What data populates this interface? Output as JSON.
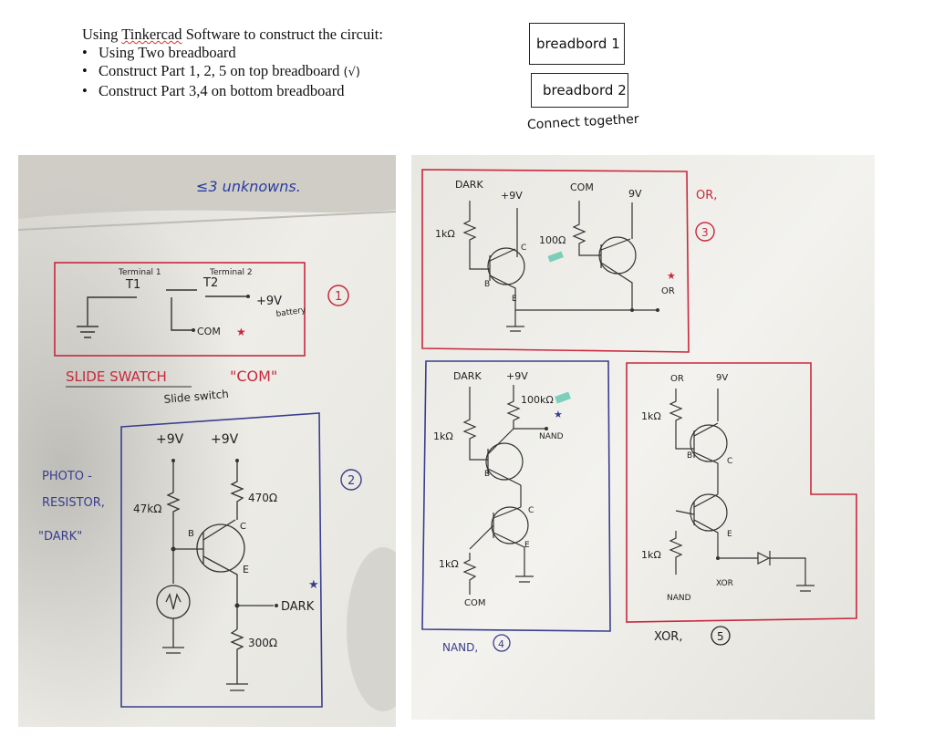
{
  "instructions": {
    "prefix": "Using ",
    "software": "Tinkercad",
    "suffix": " Software to construct the circuit:",
    "bullets": [
      "Using Two breadboard",
      "Construct Part 1, 2, 5 on top breadboard",
      "Construct Part 3,4 on bottom breadboard"
    ],
    "bullet_mark": "(√)"
  },
  "breadboards": {
    "board1": "breadbord 1",
    "board2": "breadbord 2",
    "connect_note": "Connect together"
  },
  "left_sheet": {
    "top_note": "≤3 unknowns.",
    "part1": {
      "number": "1",
      "terminal1": "Terminal 1",
      "t1": "T1",
      "terminal2": "Terminal 2",
      "t2": "T2",
      "plus9v": "+9V",
      "battery": "battery",
      "com": "COM",
      "star": "★"
    },
    "caption_slide": "SLIDE SWATCH",
    "caption_com": "\"COM\"",
    "caption_slide2": "Slide switch",
    "part2": {
      "number": "2",
      "v1": "+9V",
      "v2": "+9V",
      "r1": "47kΩ",
      "r2": "470Ω",
      "r3": "300Ω",
      "b": "B",
      "c": "C",
      "e": "E",
      "dark": "DARK",
      "star": "★"
    },
    "side_label": [
      "PHOTO -",
      "RESISTOR,",
      "\"DARK\""
    ]
  },
  "right_sheet": {
    "part3": {
      "number": "3",
      "or_label": "OR,",
      "dark": "DARK",
      "v1": "+9V",
      "com": "COM",
      "v2": "9V",
      "r1": "1kΩ",
      "r2": "100Ω",
      "b": "B",
      "c": "C",
      "e": "E",
      "out": "OR",
      "star": "★"
    },
    "part4": {
      "number": "4",
      "caption": "NAND,",
      "dark": "DARK",
      "v": "+9V",
      "r1": "1kΩ",
      "r2": "100kΩ",
      "r3": "1kΩ",
      "out": "NAND",
      "com": "COM",
      "b": "B",
      "c": "C",
      "e": "E",
      "star": "★"
    },
    "part5": {
      "number": "5",
      "caption": "XOR,",
      "or_in": "OR",
      "v": "9V",
      "r1": "1kΩ",
      "r2": "1kΩ",
      "b": "B",
      "c": "C",
      "e": "E",
      "nand": "NAND",
      "xor": "XOR"
    }
  },
  "colors": {
    "red": "#c8283c",
    "blue": "#3a3d8f",
    "ink": "#2b2b2b",
    "paper": "#f2f1ec"
  }
}
